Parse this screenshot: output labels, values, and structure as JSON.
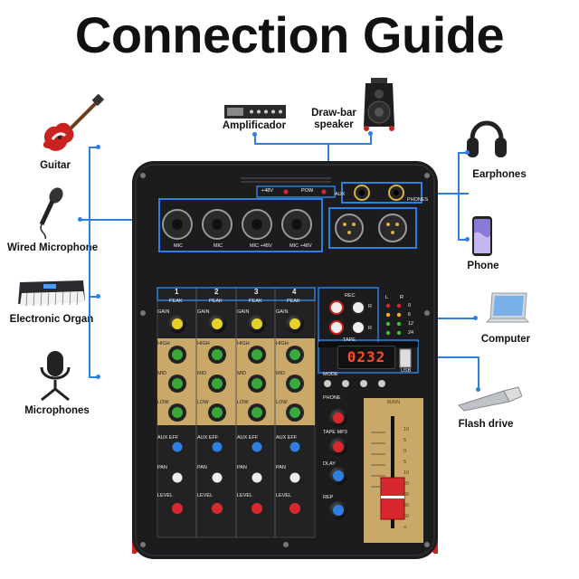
{
  "title": "Connection Guide",
  "devices": {
    "guitar": "Guitar",
    "wired_microphone": "Wired Microphone",
    "electronic_organ": "Electronic Organ",
    "microphones": "Microphones",
    "amplificador": "Amplificador",
    "drawbar_speaker_1": "Draw-bar",
    "drawbar_speaker_2": "speaker",
    "earphones": "Earphones",
    "phone": "Phone",
    "computer": "Computer",
    "flash_drive": "Flash drive"
  },
  "mixer": {
    "phantom": "+48V",
    "power": "POW",
    "aux": "AUX",
    "phones": "PHONES",
    "mic_labels": [
      "MIC",
      "MIC",
      "MIC +48V",
      "MIC +48V"
    ],
    "channels": [
      "1",
      "2",
      "3",
      "4"
    ],
    "peak": "PEAK",
    "gain": "GAIN",
    "high": "HIGH",
    "mid": "MID",
    "low": "LOW",
    "aux_eff": "AUX EFF",
    "pan": "PAN",
    "level": "LEVEL",
    "rec": "REC",
    "tape": "TAPE",
    "l": "L",
    "r": "R",
    "display": "0232",
    "mode": "MODE",
    "usb": "USB",
    "phone_knob": "PHONE",
    "tape_mp3": "TAPE MP3",
    "dlay": "DLAY",
    "rep": "REP",
    "main": "MAIN",
    "main_scale": [
      "10",
      "5",
      "0",
      "5",
      "10",
      "20",
      "30",
      "40",
      "50",
      "∞"
    ],
    "meter_labels": [
      "0",
      "6",
      "12",
      "24"
    ]
  },
  "colors": {
    "accent_line": "#2f7fe0",
    "panel": "#1c1c1e",
    "eq_section": "#c9a86a",
    "gain_knob": "#e5d12a",
    "eq_knob": "#3aa83a",
    "aux_knob": "#2f7fe0",
    "pan_knob": "#eeeeee",
    "level_knob": "#d8282e",
    "side_rail": "#c8231f"
  }
}
